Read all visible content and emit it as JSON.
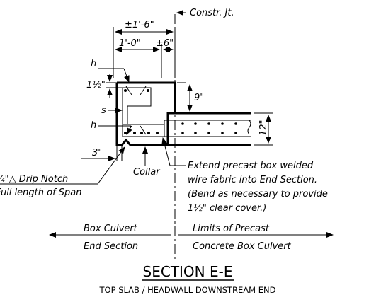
{
  "labels": {
    "constr_jt": "Constr. Jt.",
    "dim_1_6": "±1'-6\"",
    "dim_1_0": "1'-0\"",
    "dim_6": "±6\"",
    "h_top": "h",
    "dim_1_5": "1½\"",
    "s": "s",
    "h_bottom": "h",
    "dim_9": "9\"",
    "dim_12": "12\"",
    "dim_3": "3\"",
    "drip_notch": "¾\"△ Drip Notch",
    "full_length": "Full length of Span",
    "collar": "Collar",
    "note_line1": "Extend precast box welded",
    "note_line2": "wire fabric into End Section.",
    "note_line3": "(Bend as necessary to provide",
    "note_line4": "1½\" clear cover.)",
    "box_culvert": "Box Culvert",
    "end_section": "End Section",
    "limits_precast": "Limits of Precast",
    "concrete_box": "Concrete Box Culvert",
    "section_title": "SECTION E-E",
    "section_subtitle": "TOP SLAB / HEADWALL DOWNSTREAM END"
  }
}
